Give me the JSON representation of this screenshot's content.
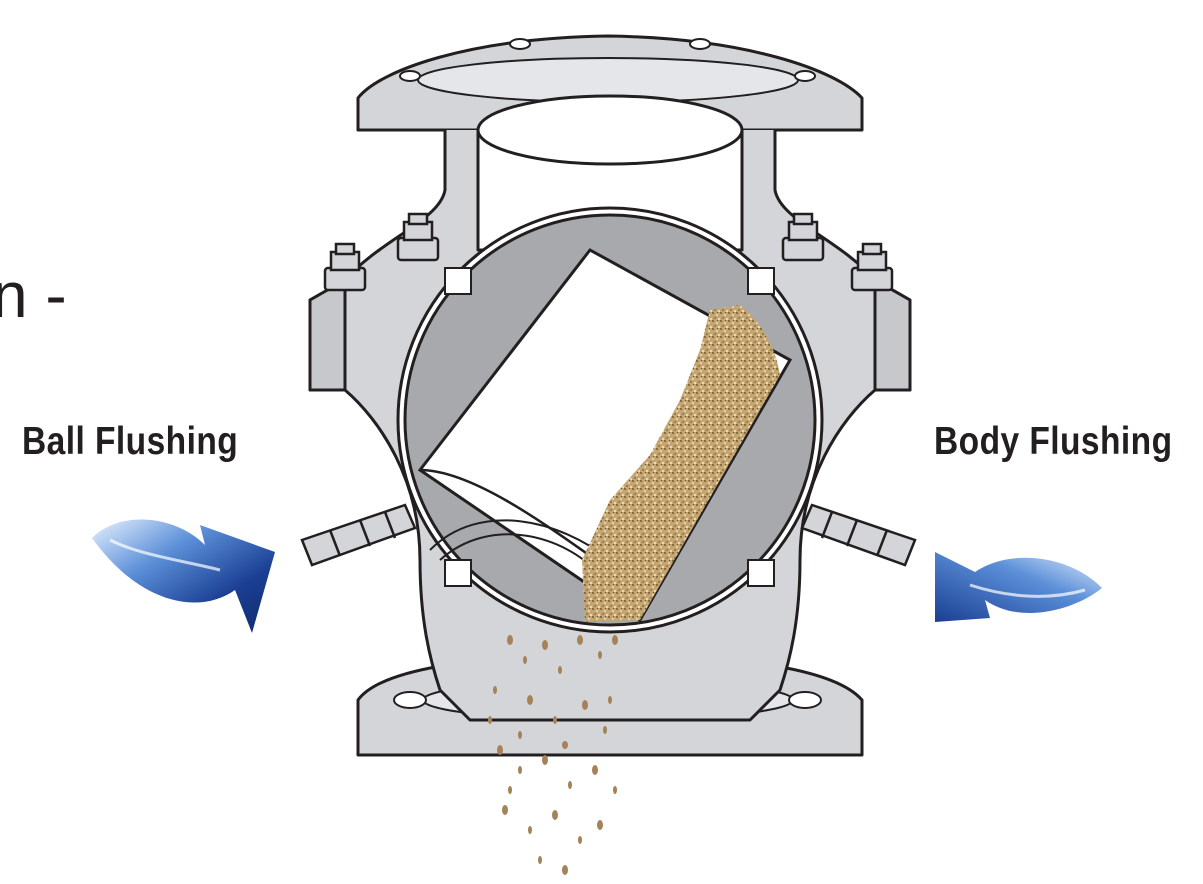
{
  "title_fragment": "n -",
  "labels": {
    "ball_flushing": "Ball Flushing",
    "body_flushing": "Body Flushing"
  },
  "icons": {
    "left_arrow": "curved-arrow-icon",
    "right_arrow": "curved-arrow-icon",
    "valve": "ball-valve-cutaway-icon",
    "sediment": "sediment-particles-icon"
  },
  "colors": {
    "metal": "#d3d5d9",
    "metal_dark": "#a7a9ad",
    "outline": "#231f20",
    "sediment": "#b9996a",
    "water_blue": "#1f4fa8"
  }
}
